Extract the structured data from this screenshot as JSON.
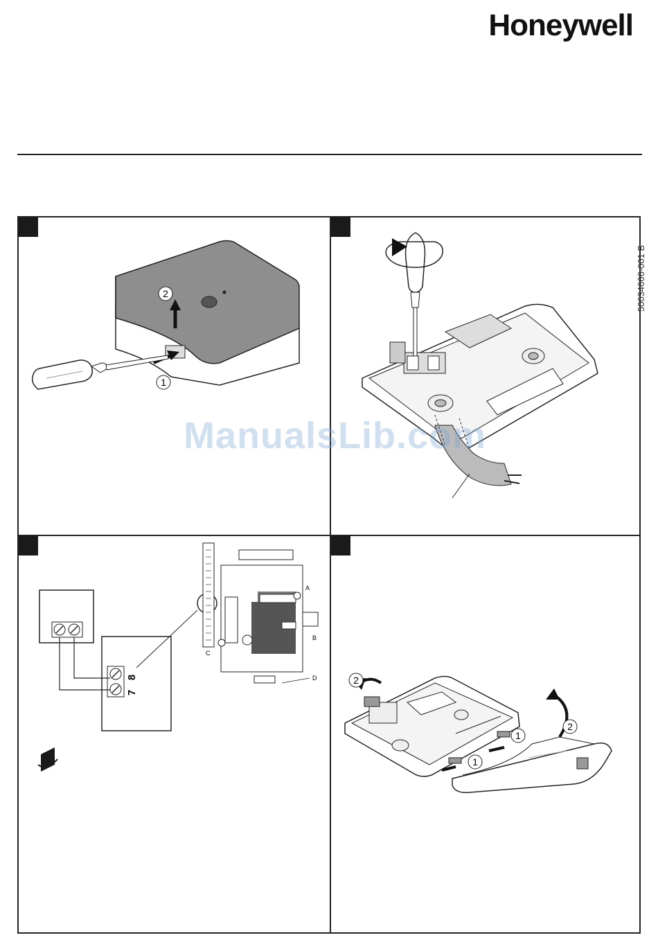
{
  "brand": {
    "name": "Honeywell"
  },
  "document": {
    "number": "50034666-001 B"
  },
  "watermark": {
    "text": "ManualsLib.com"
  },
  "panel1": {
    "callout_1": "1",
    "callout_2": "2"
  },
  "panel3": {
    "terminal_8": "8",
    "terminal_7": "7",
    "label_a": "A",
    "label_b": "B",
    "label_c": "C",
    "label_d": "D"
  },
  "panel4": {
    "callout_1a": "1",
    "callout_1b": "1",
    "callout_2a": "2",
    "callout_2b": "2"
  },
  "colors": {
    "frame": "#222222",
    "device_top": "#8e8e8e",
    "watermark": "#78a5d7"
  }
}
